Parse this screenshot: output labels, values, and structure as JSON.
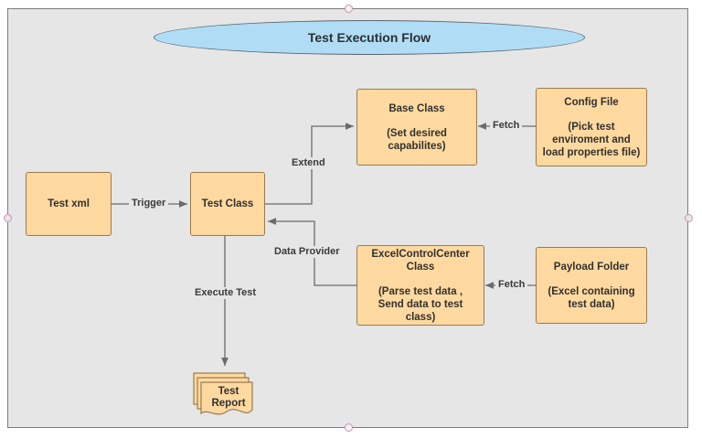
{
  "diagram": {
    "title": "Test Execution Flow",
    "background_color": "#e6e6e6",
    "title_fill": "#b0ddf5",
    "node_fill": "#ffd9a0",
    "node_stroke": "#9a7b4f",
    "edge_color": "#6b6b6b"
  },
  "nodes": {
    "test_xml": {
      "title": "Test xml",
      "sub": ""
    },
    "test_class": {
      "title": "Test Class",
      "sub": ""
    },
    "base_class": {
      "title": "Base Class",
      "sub": "(Set desired\ncapabilites)"
    },
    "config_file": {
      "title": "Config File",
      "sub": "(Pick test\nenviroment and\nload properties file)"
    },
    "excel_control_center": {
      "title": "ExcelControlCenter\nClass",
      "sub": "(Parse test data ,\nSend data to test\nclass)"
    },
    "payload_folder": {
      "title": "Payload Folder",
      "sub": "(Excel containing\ntest data)"
    },
    "test_report": {
      "title": "Test\nReport",
      "sub": ""
    }
  },
  "edges": [
    {
      "id": "trigger",
      "label": "Trigger",
      "from": "test_xml",
      "to": "test_class"
    },
    {
      "id": "extend",
      "label": "Extend",
      "from": "test_class",
      "to": "base_class"
    },
    {
      "id": "fetch_config",
      "label": "Fetch",
      "from": "config_file",
      "to": "base_class"
    },
    {
      "id": "data_provider",
      "label": "Data Provider",
      "from": "excel_control_center",
      "to": "test_class"
    },
    {
      "id": "fetch_payload",
      "label": "Fetch",
      "from": "payload_folder",
      "to": "excel_control_center"
    },
    {
      "id": "execute_test",
      "label": "Execute Test",
      "from": "test_class",
      "to": "test_report"
    }
  ],
  "edge_labels": {
    "trigger": "Trigger",
    "extend": "Extend",
    "fetch_config": "Fetch",
    "data_provider": "Data Provider",
    "fetch_payload": "Fetch",
    "execute_test": "Execute Test"
  }
}
